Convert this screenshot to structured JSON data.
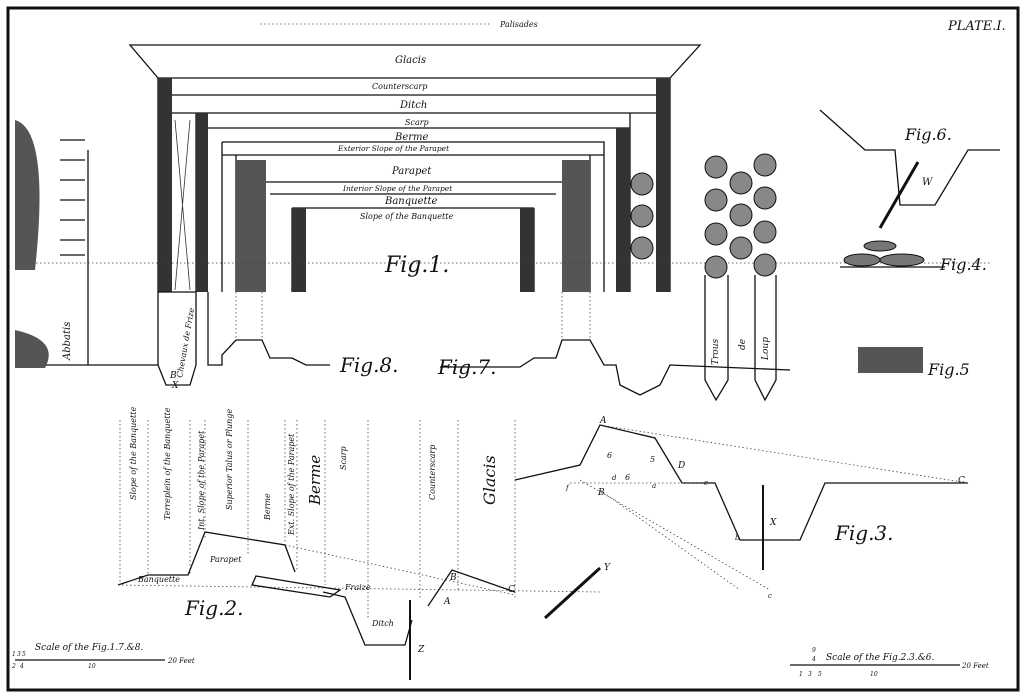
{
  "plate": "PLATE.I.",
  "palisades": "Palisades",
  "fig1": {
    "label": "Fig.1.",
    "bands": [
      "Glacis",
      "Counterscarp",
      "Ditch",
      "Scarp",
      "Berme",
      "Exterior Slope of the Parapet",
      "Parapet",
      "Interior Slope of the Parapet",
      "Banquette",
      "Slope of the Banquette"
    ]
  },
  "fig8": {
    "label": "Fig.8.",
    "abbatis": "Abbatis",
    "chevaux": "Chevaux de Frize",
    "letters": [
      "B",
      "X"
    ]
  },
  "fig7": {
    "label": "Fig.7."
  },
  "trous": [
    "Trous",
    "de",
    "Loup"
  ],
  "fig6": {
    "label": "Fig.6.",
    "letter": "W"
  },
  "fig4": {
    "label": "Fig.4."
  },
  "fig5": {
    "label": "Fig.5"
  },
  "fig2": {
    "label": "Fig.2.",
    "columns": [
      "Slope of the Banquette",
      "Terreplein of the Banquette",
      "Int. Slope of the Parapet",
      "Superior Talus or Plunge",
      "Ext. Slope of the Parapet",
      "Berme",
      "Scarp",
      "Counterscarp",
      "Glacis"
    ],
    "parts": [
      "Banquette",
      "Parapet",
      "Fraize",
      "Ditch"
    ],
    "letters": [
      "B",
      "A",
      "C",
      "Y",
      "Z"
    ]
  },
  "fig3": {
    "label": "Fig.3.",
    "letters": [
      "A",
      "B",
      "C",
      "D",
      "X",
      "6",
      "5",
      "6",
      "a",
      "b",
      "c",
      "d",
      "e",
      "f"
    ]
  },
  "scale_left": {
    "label": "Scale of the Fig.1.7.&8.",
    "ticks": [
      "1",
      "3",
      "5",
      "2",
      "4",
      "10"
    ],
    "end": "20 Feet"
  },
  "scale_right": {
    "label": "Scale of the Fig.2.3.&6.",
    "ticks": [
      "9",
      "1",
      "3",
      "4",
      "5",
      "10"
    ],
    "end": "20 Feet"
  }
}
